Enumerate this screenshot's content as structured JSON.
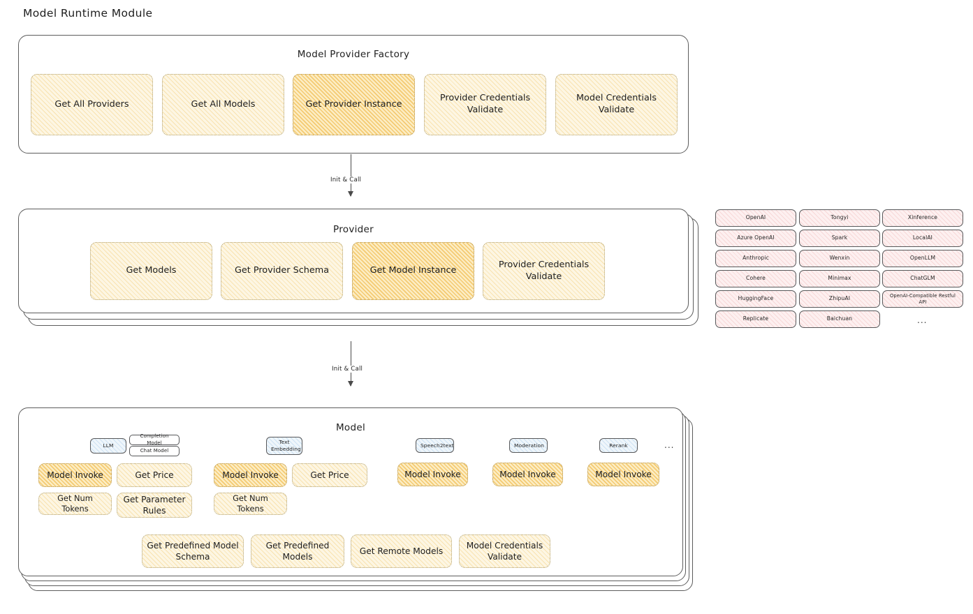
{
  "diagram": {
    "title": "Model Runtime Module",
    "type": "architecture-layer-diagram"
  },
  "factory": {
    "title": "Model Provider Factory",
    "nodes": [
      {
        "label": "Get All Providers",
        "highlighted": false
      },
      {
        "label": "Get All Models",
        "highlighted": false
      },
      {
        "label": "Get Provider Instance",
        "highlighted": true
      },
      {
        "label": "Provider Credentials Validate",
        "highlighted": false
      },
      {
        "label": "Model Credentials Validate",
        "highlighted": false
      }
    ]
  },
  "connectors": [
    {
      "label": "Init & Call",
      "from": "Model Provider Factory",
      "to": "Provider"
    },
    {
      "label": "Init & Call",
      "from": "Provider",
      "to": "Model"
    }
  ],
  "provider": {
    "title": "Provider",
    "nodes": [
      {
        "label": "Get Models",
        "highlighted": false
      },
      {
        "label": "Get Provider Schema",
        "highlighted": false
      },
      {
        "label": "Get Model Instance",
        "highlighted": true
      },
      {
        "label": "Provider Credentials Validate",
        "highlighted": false
      }
    ]
  },
  "provider_list": {
    "columns": [
      [
        "OpenAI",
        "Azure OpenAI",
        "Anthropic",
        "Cohere",
        "HuggingFace",
        "Replicate"
      ],
      [
        "Tongyi",
        "Spark",
        "Wenxin",
        "Minimax",
        "ZhipuAI",
        "Baichuan"
      ],
      [
        "Xinference",
        "LocalAI",
        "OpenLLM",
        "ChatGLM",
        "OpenAI-Compatible Restful API"
      ]
    ],
    "more_indicator": "..."
  },
  "model": {
    "title": "Model",
    "more_indicator": "...",
    "types": [
      {
        "name": "LLM",
        "subtypes": [
          "Completion Model",
          "Chat Model"
        ],
        "methods": [
          {
            "label": "Model Invoke",
            "highlighted": true
          },
          {
            "label": "Get Price",
            "highlighted": false
          },
          {
            "label": "Get Num Tokens",
            "highlighted": false
          },
          {
            "label": "Get Parameter Rules",
            "highlighted": false
          }
        ]
      },
      {
        "name": "Text Embedding",
        "subtypes": [],
        "methods": [
          {
            "label": "Model Invoke",
            "highlighted": true
          },
          {
            "label": "Get Price",
            "highlighted": false
          },
          {
            "label": "Get Num Tokens",
            "highlighted": false
          }
        ]
      },
      {
        "name": "Speech2text",
        "subtypes": [],
        "methods": [
          {
            "label": "Model Invoke",
            "highlighted": true
          }
        ]
      },
      {
        "name": "Moderation",
        "subtypes": [],
        "methods": [
          {
            "label": "Model Invoke",
            "highlighted": true
          }
        ]
      },
      {
        "name": "Rerank",
        "subtypes": [],
        "methods": [
          {
            "label": "Model Invoke",
            "highlighted": true
          }
        ]
      }
    ],
    "common_methods": [
      {
        "label": "Get Predefined Model Schema"
      },
      {
        "label": "Get Predefined Models"
      },
      {
        "label": "Get Remote Models"
      },
      {
        "label": "Model Credentials Validate"
      }
    ]
  },
  "colors": {
    "node_yellow_bg": "#fdf6e3",
    "node_orange_bg": "#fcedc4",
    "chip_pink_bg": "#fdf0f0",
    "chip_blue_bg": "#eff6fb",
    "stroke": "#5c5c5c",
    "text": "#1e1e1e",
    "canvas": "#ffffff"
  }
}
